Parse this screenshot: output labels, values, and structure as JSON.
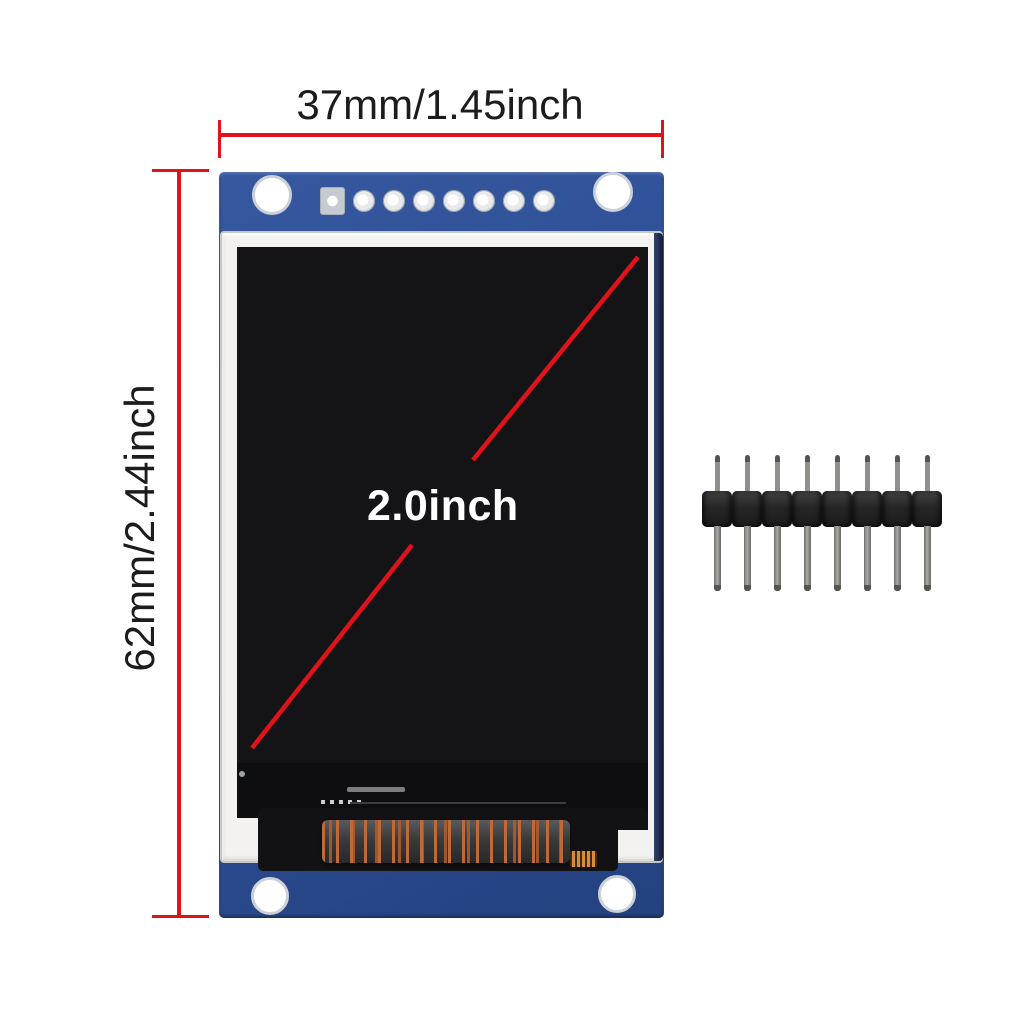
{
  "annotations": {
    "width_label": "37mm/1.45inch",
    "height_label": "62mm/2.44inch",
    "screen_size_label": "2.0inch",
    "dimension_line_color": "#e0131b",
    "label_text_color": "#1c1c1c",
    "screen_label_color": "#ffffff"
  },
  "module": {
    "pcb_color": "#2e4f96",
    "bezel_color": "#f3f2f0",
    "screen_color": "#141416",
    "mounting_hole_count": 4,
    "solder_pad_count": 8,
    "flex_cable_color": "#3a3a3b",
    "flex_stripe_color": "#bf6a36"
  },
  "pin_header": {
    "pin_count": 8,
    "body_color": "#262626",
    "pin_color": "#8f8f8b"
  }
}
